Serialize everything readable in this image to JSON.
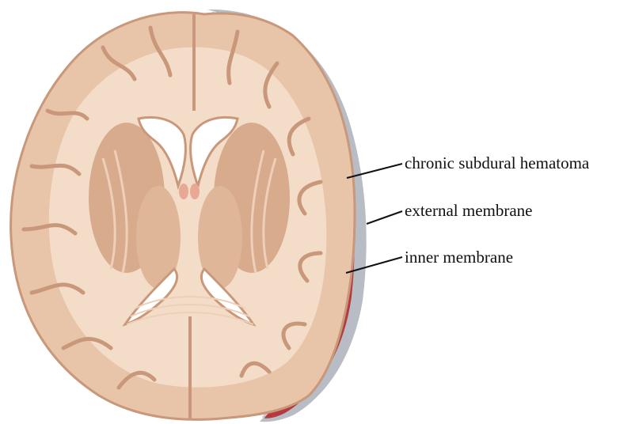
{
  "labels": {
    "hematoma": "chronic subdural hematoma",
    "external": "external membrane",
    "inner": "inner membrane"
  },
  "colors": {
    "background": "#ffffff",
    "brain_surface": "#e8c4a8",
    "brain_outline": "#c9987a",
    "white_matter": "#f3dcc8",
    "deep_nuclei": "#d8ab8d",
    "ventricle": "#ffffff",
    "hematoma": "#b5393d",
    "membrane": "#b8bcc4"
  }
}
